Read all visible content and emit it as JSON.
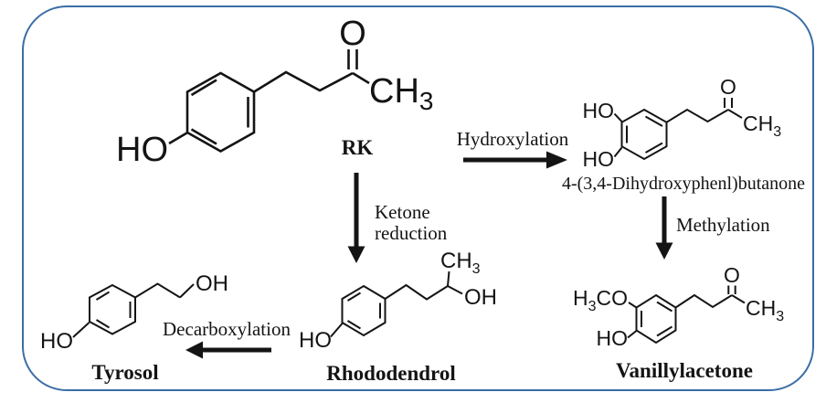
{
  "colors": {
    "border": "#3a6ea5",
    "structure": "#141414"
  },
  "atoms": {
    "ho": "HO",
    "oh": "OH",
    "o": "O",
    "ch": "CH",
    "h": "H",
    "co": "CO",
    "sub_3": "3"
  },
  "molecules": {
    "rk": {
      "name": "RK"
    },
    "dihydroxyphenylbutanone": {
      "name": "4-(3,4-Dihydroxyphenl)butanone"
    },
    "vanillylacetone": {
      "name": "Vanillylacetone"
    },
    "rhododendrol": {
      "name": "Rhododendrol"
    },
    "tyrosol": {
      "name": "Tyrosol"
    }
  },
  "reactions": {
    "hydroxylation": {
      "label": "Hydroxylation"
    },
    "methylation": {
      "label": "Methylation"
    },
    "ketone_reduction": {
      "line1": "Ketone",
      "line2": "reduction"
    },
    "decarboxylation": {
      "label": "Decarboxylation"
    }
  }
}
